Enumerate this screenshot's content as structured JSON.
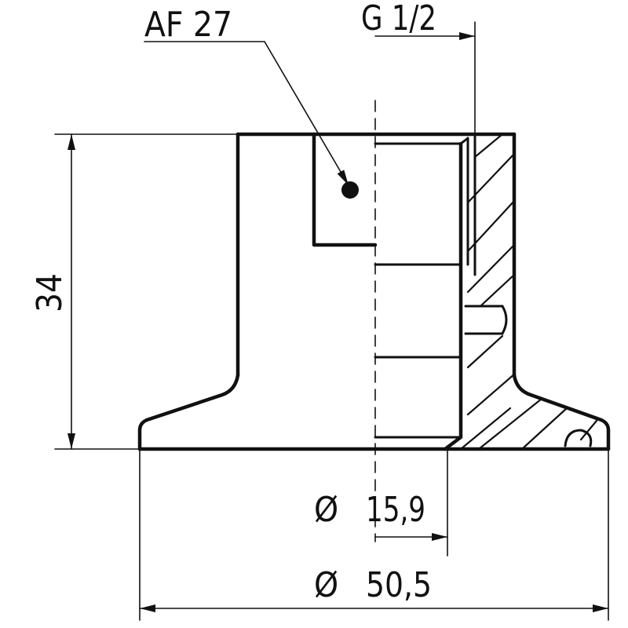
{
  "labels": {
    "af": "AF 27",
    "thread": "G 1/2",
    "height": "34",
    "inner_diameter": "15,9",
    "outer_diameter": "50,5",
    "diameter_symbol": "Ø"
  },
  "colors": {
    "line": "#111111",
    "background": "#ffffff"
  }
}
